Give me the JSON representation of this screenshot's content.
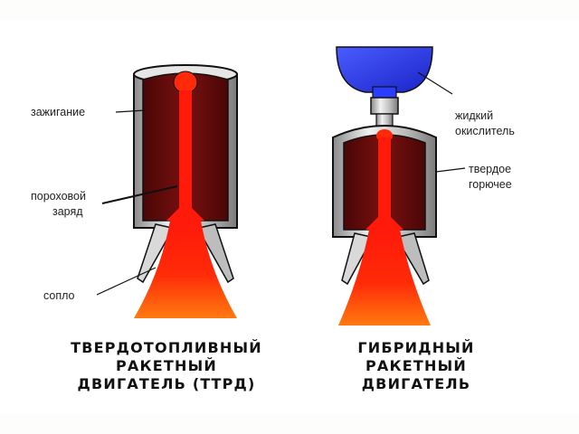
{
  "left_engine": {
    "labels": {
      "ignition": "зажигание",
      "powder_charge_line1": "пороховой",
      "powder_charge_line2": "заряд",
      "nozzle": "сопло"
    },
    "caption": {
      "line1": "ТВЕРДОТОПЛИВНЫЙ",
      "line2": "РАКЕТНЫЙ",
      "line3": "ДВИГАТЕЛЬ (ТТРД)"
    }
  },
  "right_engine": {
    "labels": {
      "liquid_oxidizer_line1": "жидкий",
      "liquid_oxidizer_line2": "окислитель",
      "solid_fuel_line1": "твердое",
      "solid_fuel_line2": "горючее"
    },
    "caption": {
      "line1": "ГИБРИДНЫЙ",
      "line2": "РАКЕТНЫЙ",
      "line3": "ДВИГАТЕЛЬ"
    }
  },
  "colors": {
    "casing_grey": "#c8c8c8",
    "propellant_dark_red": "#6e0c0c",
    "flame_red": "#ff1a0a",
    "flame_orange": "#ff7a10",
    "oxidizer_blue": "#2a3cff",
    "outline": "#111111"
  }
}
